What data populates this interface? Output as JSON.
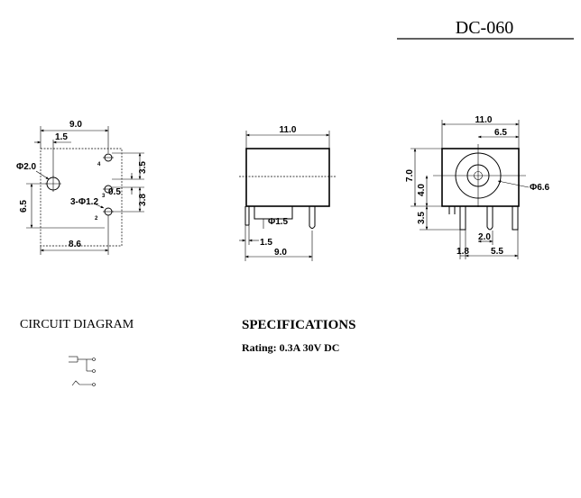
{
  "title": "DC-060",
  "headings": {
    "circuit": "CIRCUIT DIAGRAM",
    "specifications": "SPECIFICATIONS"
  },
  "specs": {
    "rating": "Rating: 0.3A 30V DC"
  },
  "views": {
    "bottom": {
      "width": "9.0",
      "offset": "1.5",
      "hole_large": "Φ2.0",
      "pin4": "4",
      "pin3": "3",
      "pin2": "2",
      "d35": "3.5",
      "d05": "0.5",
      "d38": "3.8",
      "holes_small": "3-Φ1.2",
      "height": "6.5",
      "pitch": "8.6"
    },
    "side": {
      "width": "11.0",
      "pin_dia": "Φ1.5",
      "d15": "1.5",
      "d90": "9.0"
    },
    "front": {
      "width": "11.0",
      "d65": "6.5",
      "d70": "7.0",
      "d40": "4.0",
      "d35": "3.5",
      "hole": "Φ6.6",
      "d20": "2.0",
      "d18": "1.8",
      "d55": "5.5"
    }
  }
}
